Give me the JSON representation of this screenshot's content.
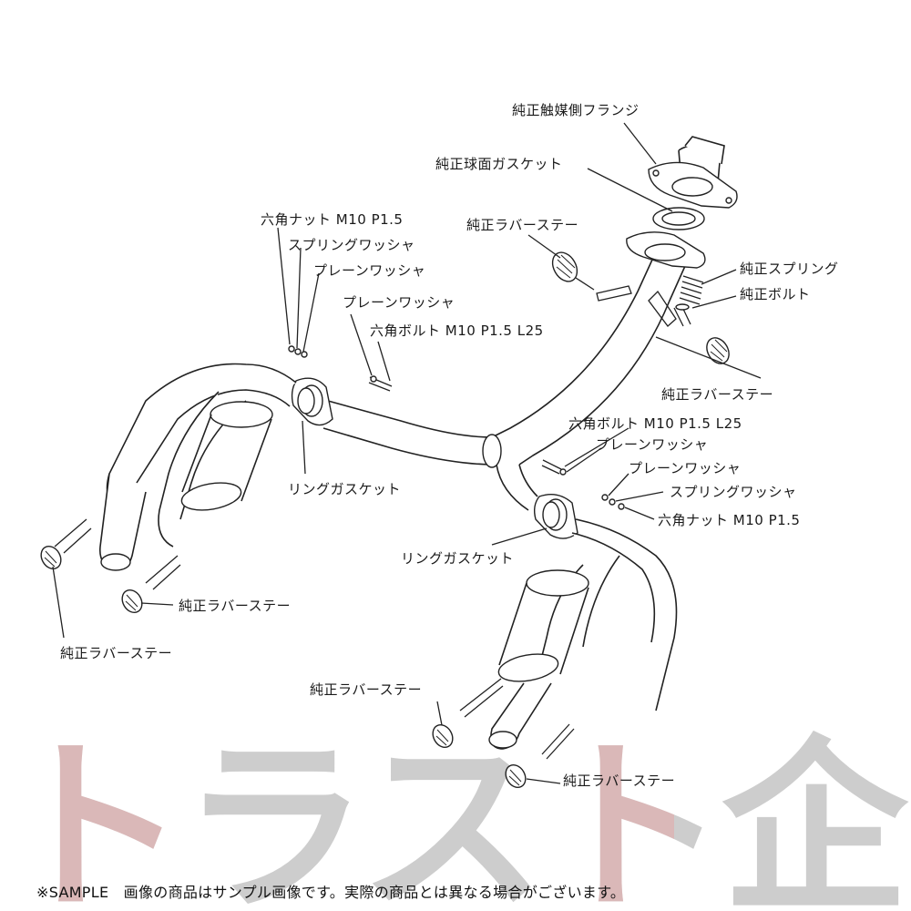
{
  "diagram": {
    "labels": {
      "oem_catalyst_flange": "純正触媒側フランジ",
      "oem_spherical_gasket": "純正球面ガスケット",
      "oem_rubber_stay_top": "純正ラバーステー",
      "oem_spring": "純正スプリング",
      "oem_bolt": "純正ボルト",
      "oem_rubber_stay_right": "純正ラバーステー",
      "hex_nut_left": "六角ナット M10 P1.5",
      "spring_washer_left": "スプリングワッシャ",
      "plain_washer_left_1": "プレーンワッシャ",
      "plain_washer_left_2": "プレーンワッシャ",
      "hex_bolt_left": "六角ボルト M10 P1.5 L25",
      "ring_gasket_left": "リングガスケット",
      "hex_bolt_right": "六角ボルト M10 P1.5 L25",
      "plain_washer_right_1": "プレーンワッシャ",
      "plain_washer_right_2": "プレーンワッシャ",
      "spring_washer_right": "スプリングワッシャ",
      "hex_nut_right": "六角ナット M10 P1.5",
      "ring_gasket_right": "リングガスケット",
      "oem_rubber_stay_left_low": "純正ラバーステー",
      "oem_rubber_stay_left_bottom": "純正ラバーステー",
      "oem_rubber_stay_center": "純正ラバーステー",
      "oem_rubber_stay_bottom_right": "純正ラバーステー"
    },
    "watermark": "トラスト企画",
    "watermark_color": "#e3a0a0",
    "watermark_gray": "#c8c8c8",
    "sample_note": "※SAMPLE　画像の商品はサンプル画像です。実際の商品とは異なる場合がございます。"
  }
}
